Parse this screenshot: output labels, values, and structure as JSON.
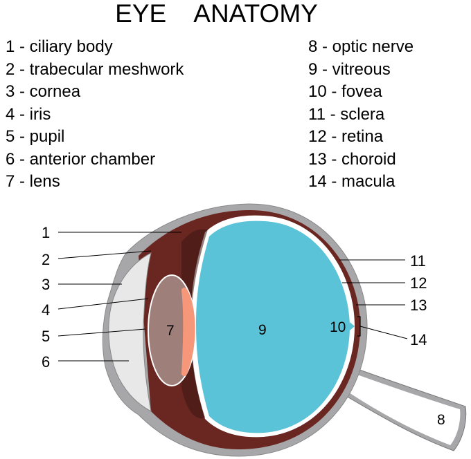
{
  "title": "EYE    ANATOMY",
  "legend_left": [
    "1 - ciliary body",
    "2 - trabecular meshwork",
    "3 - cornea",
    "4 - iris",
    "5 - pupil",
    "6 - anterior chamber",
    "7 - lens"
  ],
  "legend_right": [
    "8 - optic nerve",
    "9 - vitreous",
    "10 - fovea",
    "11 - sclera",
    "12 - retina",
    "13 - choroid",
    "14 - macula"
  ],
  "diagram": {
    "left_labels": [
      "1",
      "2",
      "3",
      "4",
      "5",
      "6"
    ],
    "right_labels": [
      "11",
      "12",
      "13",
      "14"
    ],
    "inner_labels": {
      "lens": "7",
      "vitreous": "9",
      "fovea": "10",
      "optic_nerve": "8"
    }
  },
  "colors": {
    "sclera": "#a7a7a9",
    "choroid": "#6a2620",
    "retina": "#ffffff",
    "vitreous": "#5bc3d8",
    "cornea_chamber": "#e8e8e8",
    "lens": "#9e7f7a",
    "pupil_highlight": "#f7977a",
    "lines": "#000000"
  }
}
